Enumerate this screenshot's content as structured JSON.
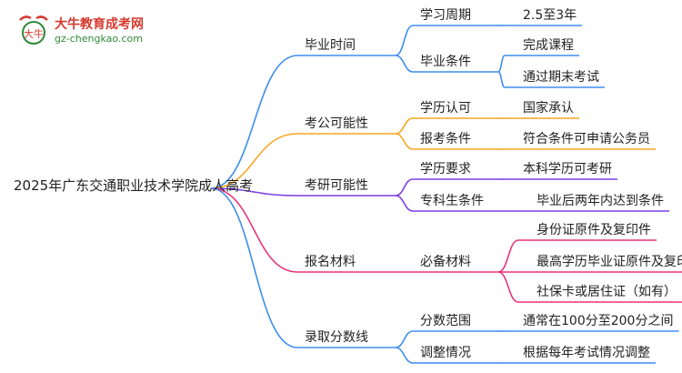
{
  "logo": {
    "title": "大牛教育成考网",
    "url": "gz-chengkao.com",
    "emblem_text": "大牛"
  },
  "colors": {
    "blue": "#3e8ef0",
    "orange": "#f5a623",
    "magenta": "#e8337a",
    "line": "#3e8ef0"
  },
  "mindmap": {
    "root": "2025年广东交通职业技术学院成人高考",
    "branches": [
      {
        "label": "毕业时间",
        "color": "#3e8ef0",
        "children": [
          {
            "label": "学习周期",
            "children": [
              "2.5至3年"
            ]
          },
          {
            "label": "毕业条件",
            "children": [
              "完成课程",
              "通过期末考试"
            ]
          }
        ]
      },
      {
        "label": "考公可能性",
        "color": "#f5a623",
        "children": [
          {
            "label": "学历认可",
            "children": [
              "国家承认"
            ]
          },
          {
            "label": "报考条件",
            "children": [
              "符合条件可申请公务员"
            ]
          }
        ]
      },
      {
        "label": "考研可能性",
        "color": "#7b3fe4",
        "children": [
          {
            "label": "学历要求",
            "children": [
              "本科学历可考研"
            ]
          },
          {
            "label": "专科生条件",
            "children": [
              "毕业后两年内达到条件"
            ]
          }
        ]
      },
      {
        "label": "报名材料",
        "color": "#e8337a",
        "children": [
          {
            "label": "必备材料",
            "children": [
              "身份证原件及复印件",
              "最高学历毕业证原件及复印件",
              "社保卡或居住证（如有）"
            ]
          }
        ]
      },
      {
        "label": "录取分数线",
        "color": "#3e8ef0",
        "children": [
          {
            "label": "分数范围",
            "children": [
              "通常在100分至200分之间"
            ]
          },
          {
            "label": "调整情况",
            "children": [
              "根据每年考试情况调整"
            ]
          }
        ]
      }
    ]
  }
}
